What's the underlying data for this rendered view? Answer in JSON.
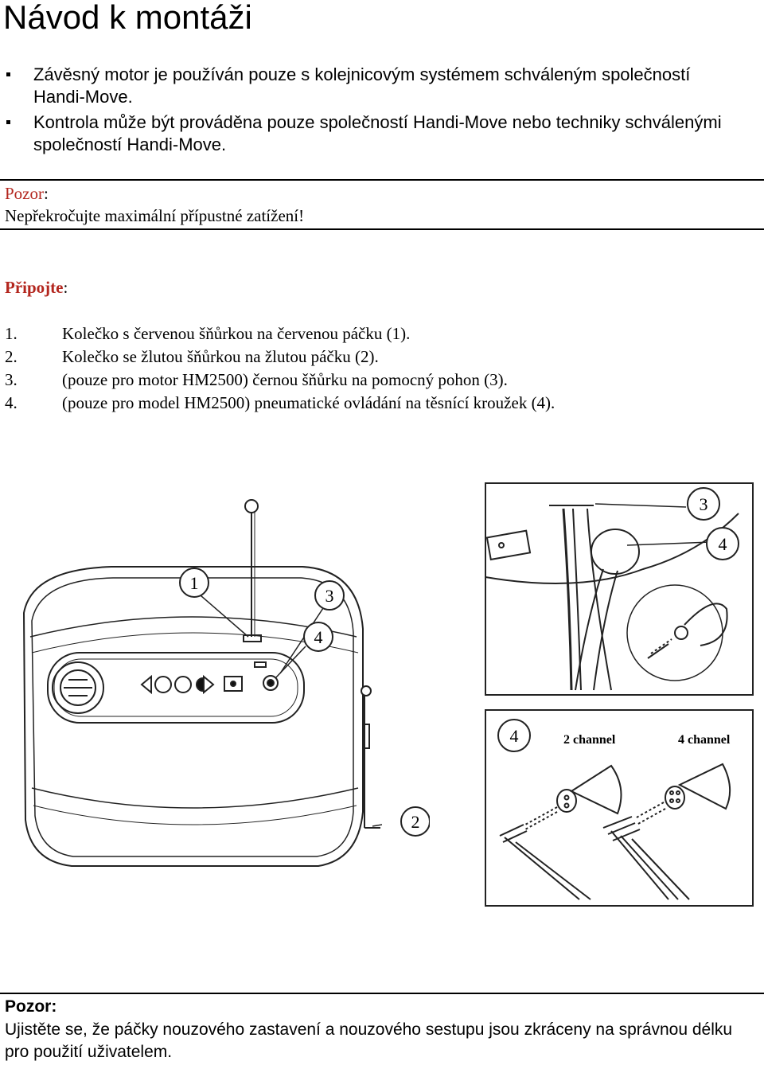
{
  "page": {
    "title": "Návod k montáži"
  },
  "intro_bullets": [
    "Závěsný motor je používán pouze s kolejnicovým systémem schváleným společností Handi-Move.",
    "Kontrola může být prováděna pouze společností Handi-Move nebo techniky schválenými společností Handi-Move."
  ],
  "warning1": {
    "label": "Pozor",
    "colon": ":",
    "text": "Nepřekročujte maximální přípustné zatížení!"
  },
  "connect": {
    "label": "Připojte",
    "colon": ":",
    "steps": [
      {
        "num": "1.",
        "text": "Kolečko s červenou šňůrkou na červenou páčku (1)."
      },
      {
        "num": "2.",
        "text": "Kolečko se žlutou šňůrkou na žlutou páčku (2)."
      },
      {
        "num": "3.",
        "text": "(pouze pro motor HM2500) černou šňůrku na pomocný pohon (3)."
      },
      {
        "num": "4.",
        "text": "(pouze pro model HM2500) pneumatické ovládání na těsnící kroužek (4)."
      }
    ]
  },
  "figure": {
    "callouts_main": [
      "1",
      "2",
      "3",
      "4"
    ],
    "callouts_detail": [
      "3",
      "4"
    ],
    "callout_inset": "4",
    "inset_label_2ch": "2 channel",
    "inset_label_4ch": "4 channel"
  },
  "warning2": {
    "label": "Pozor:",
    "text": "Ujistěte se, že páčky nouzového zastavení a nouzového sestupu jsou zkráceny na správnou délku pro použití uživatelem."
  }
}
